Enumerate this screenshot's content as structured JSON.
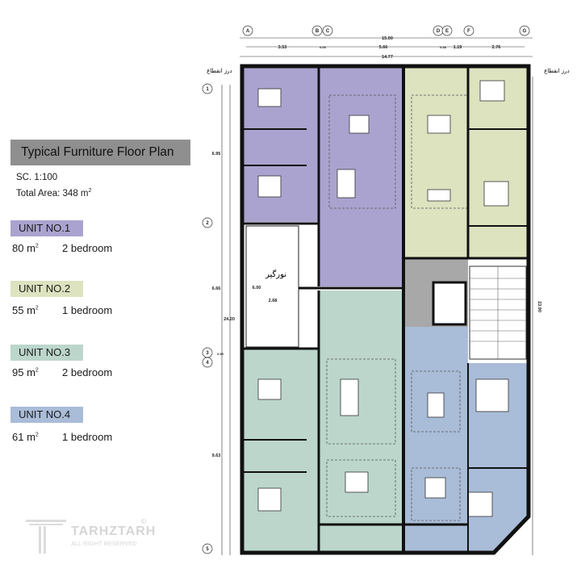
{
  "title": "Typical Furniture Floor Plan",
  "scale": "SC. 1:100",
  "total_area_label": "Total Area: 348 m",
  "total_area_sup": "2",
  "units": [
    {
      "name": "UNIT NO.1",
      "area": "80 m",
      "sup": "2",
      "bedrooms": "2 bedroom",
      "color": "#aba3cf"
    },
    {
      "name": "UNIT NO.2",
      "area": "55 m",
      "sup": "2",
      "bedrooms": "1 bedroom",
      "color": "#dde2bf"
    },
    {
      "name": "UNIT NO.3",
      "area": "95 m",
      "sup": "2",
      "bedrooms": "2 bedroom",
      "color": "#bcd6cc"
    },
    {
      "name": "UNIT NO.4",
      "area": "61 m",
      "sup": "2",
      "bedrooms": "1 bedroom",
      "color": "#a9bcd8"
    }
  ],
  "plan": {
    "grid_cols": [
      "A",
      "B",
      "C",
      "D",
      "E",
      "F",
      "G"
    ],
    "grid_rows": [
      "1",
      "2",
      "3",
      "4",
      "5"
    ],
    "dims_top": {
      "overall": "15.00",
      "inner": "14.77",
      "segments": [
        "3.53",
        "0.55",
        "5.66",
        "0.38",
        "1.19",
        "2.76"
      ]
    },
    "dims_left": {
      "overall": "24.20",
      "segments": [
        "6.95",
        "6.66",
        "0.35",
        "9.63"
      ]
    },
    "dim_right": "23.90",
    "lightwell_label": "نورگیر",
    "lightwell_dims": [
      "6.00",
      "2.68"
    ],
    "expansion_joint_label": "درز انقطاع"
  },
  "logo": {
    "name": "TARHZTARH",
    "sub": "ALL RIGHT RESERVED",
    "mark": "©"
  }
}
